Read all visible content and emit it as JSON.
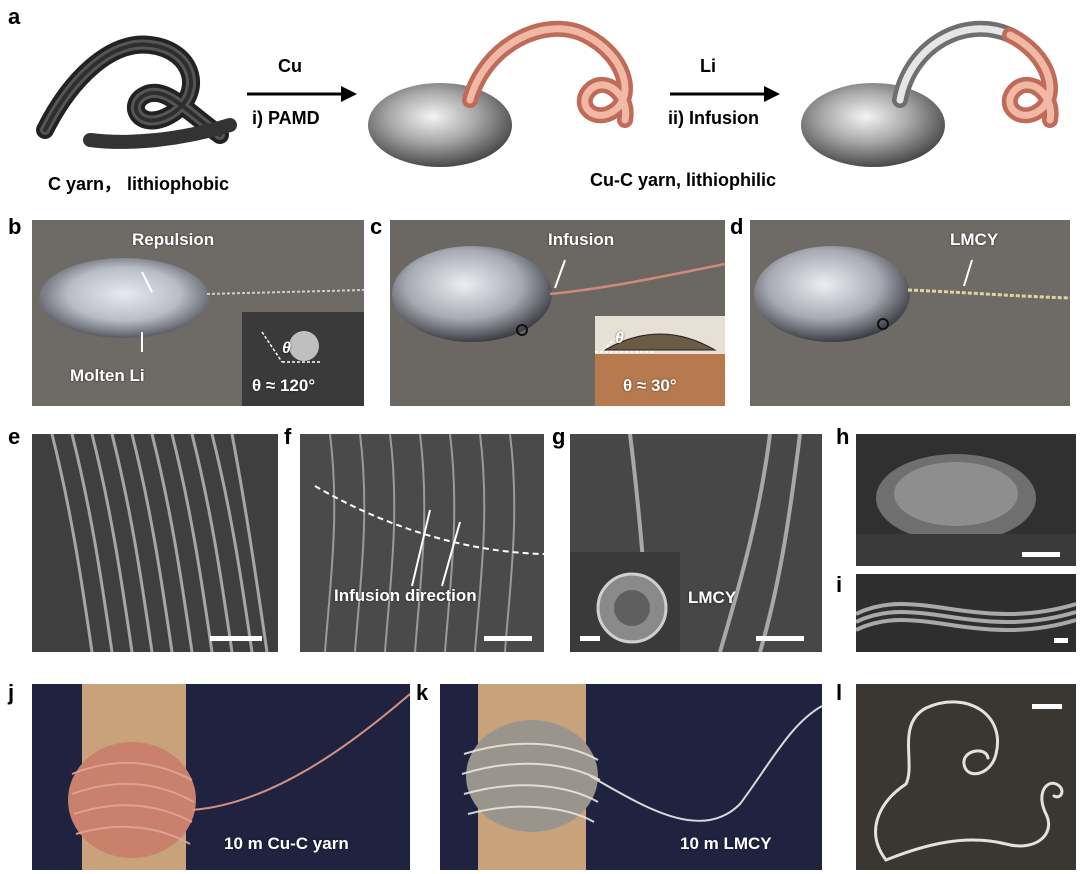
{
  "figure": {
    "panel_labels": {
      "a": "a",
      "b": "b",
      "c": "c",
      "d": "d",
      "e": "e",
      "f": "f",
      "g": "g",
      "h": "h",
      "i": "i",
      "j": "j",
      "k": "k",
      "l": "l"
    },
    "a": {
      "arrow1_top": "Cu",
      "arrow1_bottom": "i) PAMD",
      "arrow2_top": "Li",
      "arrow2_bottom": "ii) Infusion",
      "left_caption": "C yarn， lithiophobic",
      "right_caption": "Cu-C yarn, lithiophilic"
    },
    "b": {
      "repulsion": "Repulsion",
      "molten_li": "Molten Li",
      "theta_symbol": "θ",
      "angle": "θ ≈ 120°"
    },
    "c": {
      "infusion": "Infusion",
      "theta_symbol": "θ",
      "angle": "θ ≈ 30°"
    },
    "d": {
      "lmcy": "LMCY"
    },
    "f": {
      "infusion_direction": "Infusion direction"
    },
    "g": {
      "lmcy": "LMCY"
    },
    "j": {
      "caption": "10 m Cu-C yarn"
    },
    "k": {
      "caption": "10 m LMCY"
    },
    "colors": {
      "photo_bg": "#6e6a66",
      "sem_bg": "#4a4a4a",
      "copper": "#d98c78",
      "tube": "#c8a27a",
      "cloth": "#1f2340"
    }
  }
}
